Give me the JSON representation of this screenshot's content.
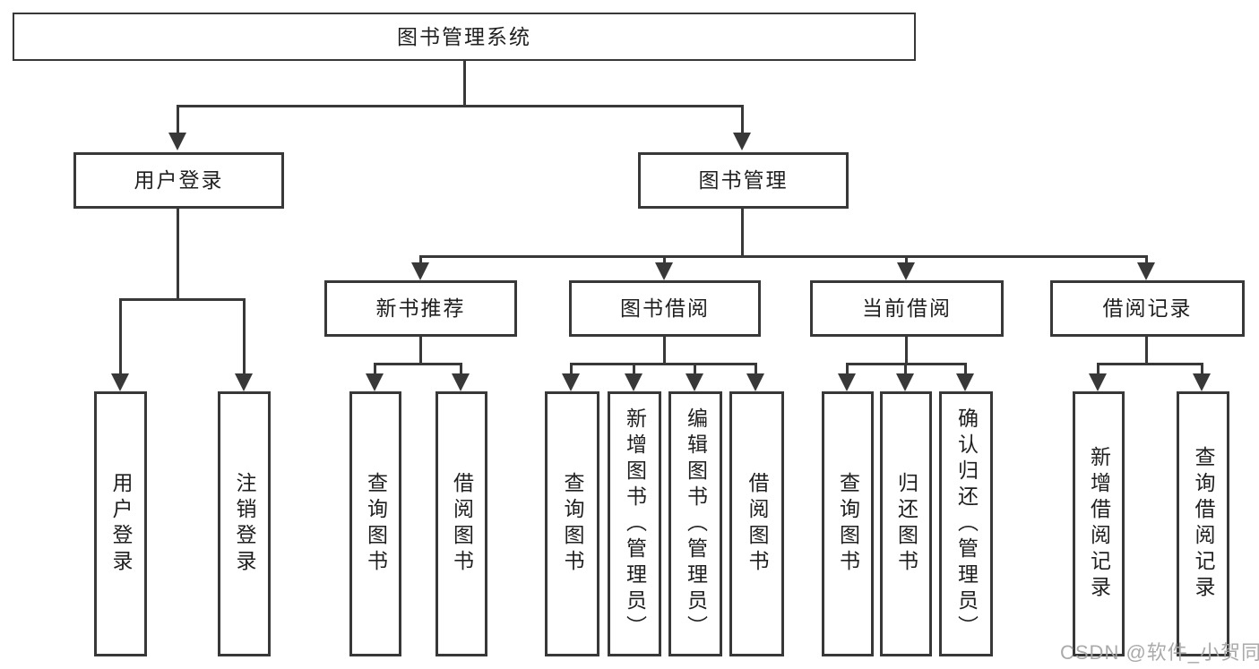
{
  "diagram": {
    "root": "图书管理系统",
    "level2": {
      "user_login": "用户登录",
      "book_mgmt": "图书管理"
    },
    "level3": {
      "new_book_rec": "新书推荐",
      "book_borrow": "图书借阅",
      "current_borrow": "当前借阅",
      "borrow_records": "借阅记录"
    },
    "leaves": {
      "user_login_children": {
        "login": "用户登录",
        "logout": "注销登录"
      },
      "new_book_rec_children": {
        "query_book": "查询图书",
        "borrow_book": "借阅图书"
      },
      "book_borrow_children": {
        "query_book": "查询图书",
        "add_book": "新增图书（管理员）",
        "edit_book": "编辑图书（管理员）",
        "borrow_book": "借阅图书"
      },
      "current_borrow_children": {
        "query_book": "查询图书",
        "return_book": "归还图书",
        "confirm_return": "确认归还（管理员）"
      },
      "borrow_records_children": {
        "add_record": "新增借阅记录",
        "query_record": "查询借阅记录"
      }
    }
  },
  "watermark": {
    "text": "CSDN @软件_小贺同学"
  },
  "colors": {
    "line": "#383838",
    "text": "#1f1f1f",
    "background": "#ffffff",
    "watermark": "#a5a5a5"
  }
}
